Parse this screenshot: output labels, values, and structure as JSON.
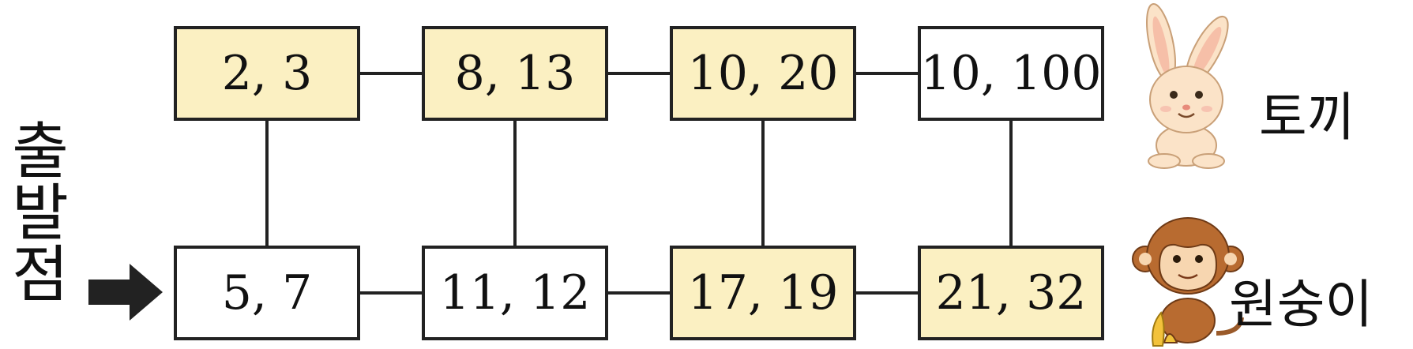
{
  "start_label": "출발점",
  "top_row": [
    {
      "label": "2,  3",
      "highlight": true
    },
    {
      "label": "8,  13",
      "highlight": true
    },
    {
      "label": "10,  20",
      "highlight": true
    },
    {
      "label": "10, 100",
      "highlight": false
    }
  ],
  "bottom_row": [
    {
      "label": "5,  7",
      "highlight": false
    },
    {
      "label": "11,  12",
      "highlight": false
    },
    {
      "label": "17,  19",
      "highlight": true
    },
    {
      "label": "21,  32",
      "highlight": true
    }
  ],
  "rabbit": {
    "label": "토끼",
    "icon": "rabbit-icon"
  },
  "monkey": {
    "label": "원숭이",
    "icon": "monkey-icon"
  },
  "colors": {
    "highlight": "#fbf0c2",
    "line": "#222222",
    "plain": "#ffffff"
  }
}
